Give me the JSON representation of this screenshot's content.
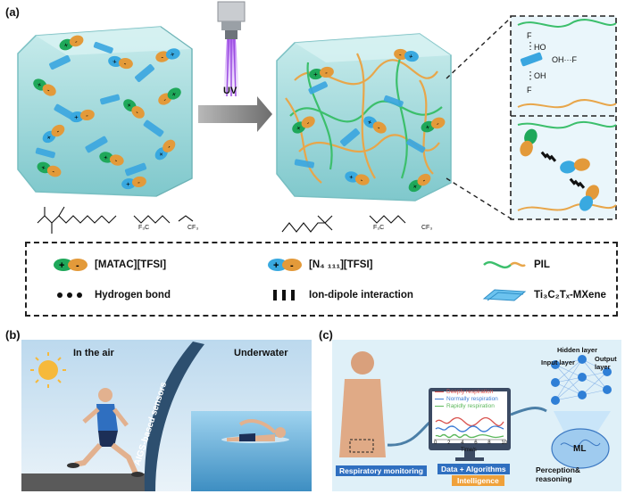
{
  "panels": {
    "a": "(a)",
    "b": "(b)",
    "c": "(c)"
  },
  "panel_a": {
    "uv_label": "UV",
    "chem_left": {
      "cf3_a": "F₃C",
      "cf3_b": "CF₃"
    },
    "chem_right": {
      "cf3_a": "F₃C",
      "cf3_b": "CF₃"
    },
    "inset_top": {
      "f1": "F",
      "ho1": "HO",
      "oh_f": "OH···F",
      "oh2": "OH",
      "f2": "F"
    },
    "legend": {
      "matac": "[MATAC][TFSI]",
      "n4111": "[N₄ ₁₁₁][TFSI]",
      "pil": "PIL",
      "hbond": "Hydrogen bond",
      "iondipole": "Ion-dipole interaction",
      "mxene": "Ti₃C₂Tₓ-MXene"
    }
  },
  "panel_b": {
    "air": "In the air",
    "underwater": "Underwater",
    "sensor": "AIGS-based sensors"
  },
  "panel_c": {
    "legend": [
      "Deeply respiration",
      "Normally respiration",
      "Rapidly respiration"
    ],
    "x_label": "Time/s",
    "x_ticks": [
      "0",
      "2",
      "4",
      "6",
      "8",
      "10"
    ],
    "resp_label": "Respiratory monitoring",
    "data_label": "Data + Algorithms",
    "intel_label": "Intelligence",
    "input_layer": "Input layer",
    "hidden_layer": "Hidden layer",
    "output_layer": "Output layer",
    "ml": "ML",
    "perception": "Perception& reasoning"
  },
  "colors": {
    "gel": "#9fd8d8",
    "mxene": "#3aa6e0",
    "cation_matac": "#1fa85a",
    "anion": "#e39a3a",
    "cation_n": "#39a9e0",
    "pil_green": "#3cbf6c",
    "pil_orange": "#e8a64a",
    "nn_node": "#2f7fd6"
  }
}
